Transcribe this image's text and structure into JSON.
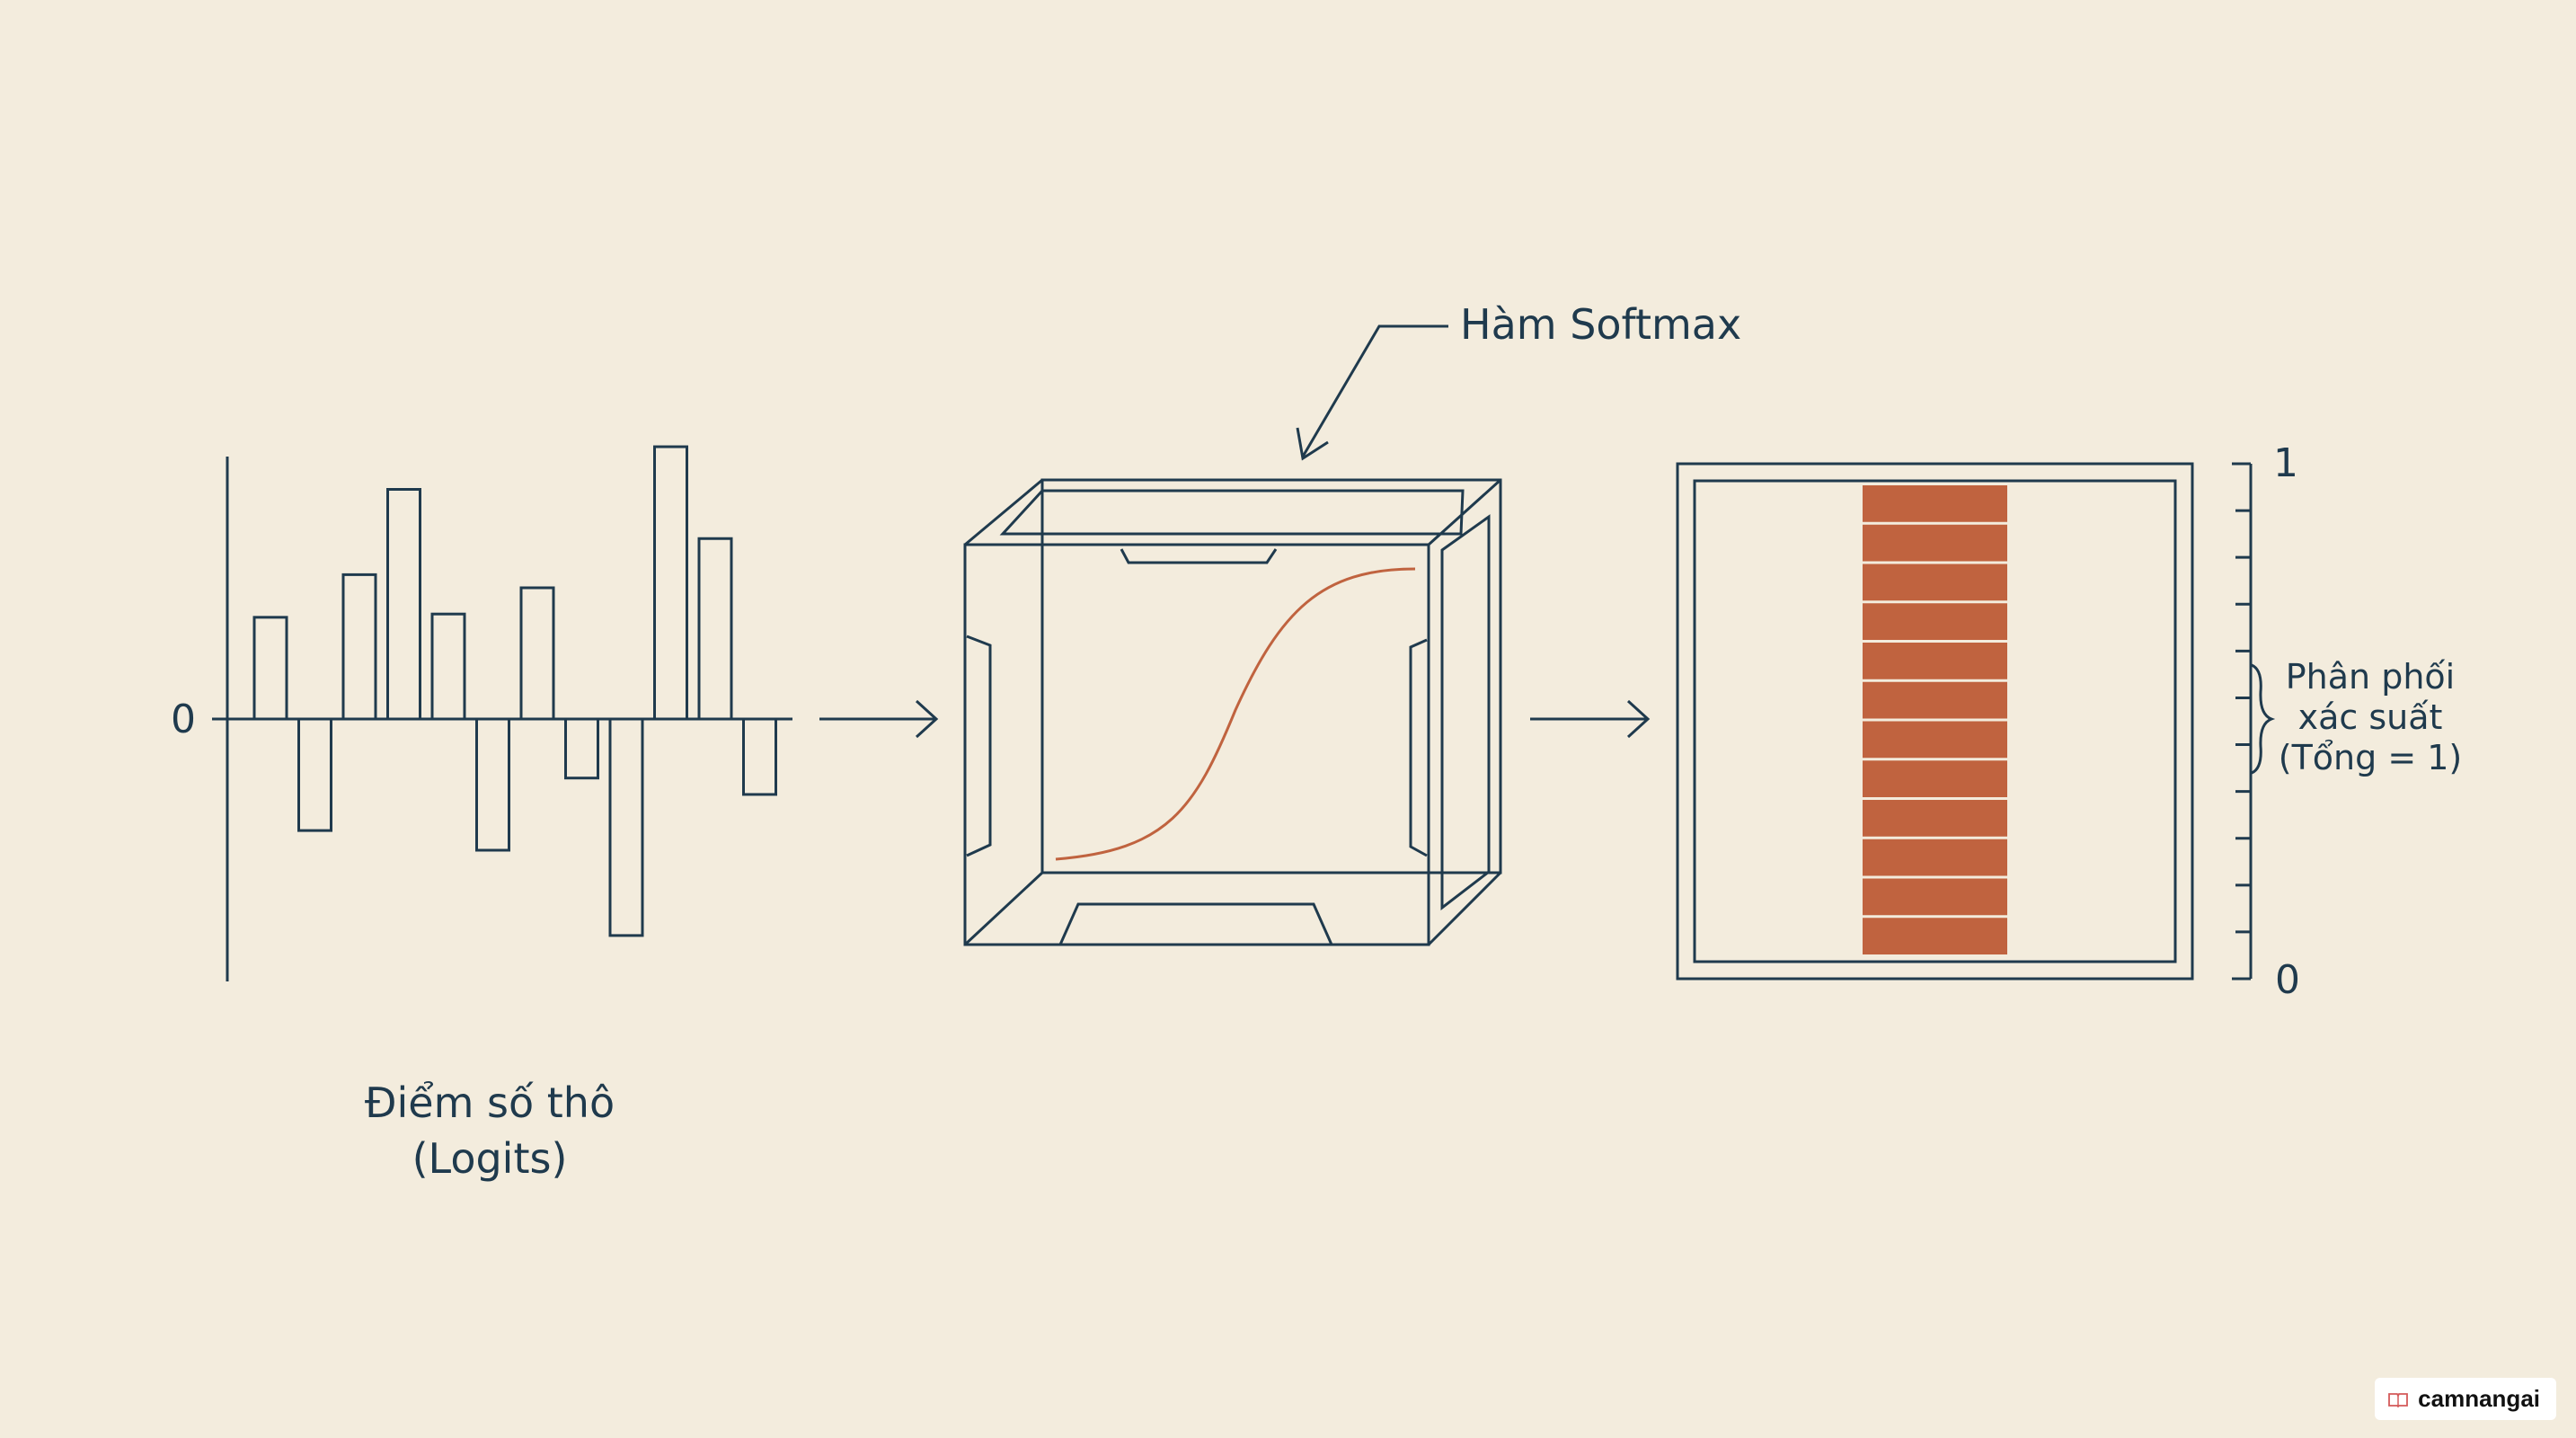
{
  "logits": {
    "zero_label": "0",
    "caption_line1": "Điểm số thô",
    "caption_line2": "(Logits)",
    "values": [
      3.1,
      -3.4,
      4.4,
      7.0,
      3.2,
      -4.0,
      4.0,
      -1.8,
      -6.6,
      8.3,
      5.5,
      -2.3
    ]
  },
  "softmax": {
    "label": "Hàm Softmax"
  },
  "distribution": {
    "scale_top": "1",
    "scale_bottom": "0",
    "label_line1": "Phân phối",
    "label_line2": "xác suất",
    "label_line3": "(Tổng = 1)",
    "segments": 12
  },
  "colors": {
    "ink": "#1f3a4d",
    "accent": "#c0633f",
    "background": "#f3ecdd"
  },
  "watermark": {
    "text": "camnangai",
    "icon": "book-icon"
  }
}
